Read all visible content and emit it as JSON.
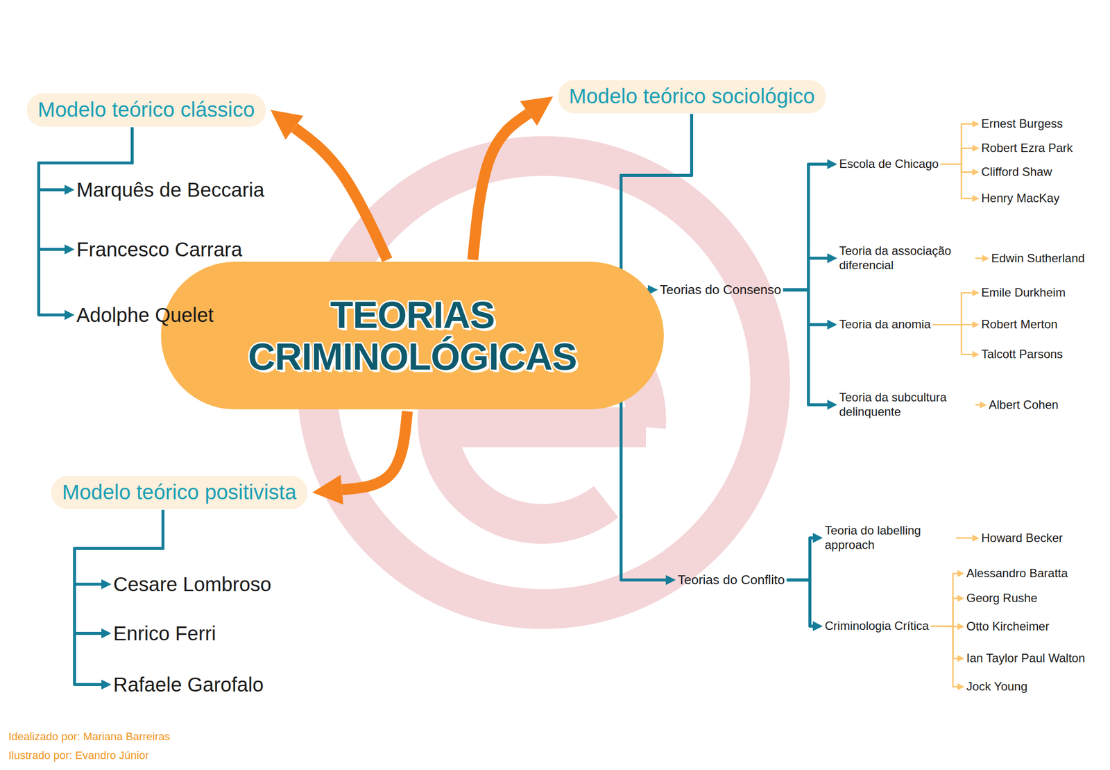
{
  "diagram": {
    "nodes": [
      {
        "text": [
          "TEORIAS CRIMINOLÓGICAS"
        ]
      },
      {
        "text": [
          "Modelo teórico clássico"
        ]
      },
      {
        "text": [
          "Marquês de Beccaria"
        ]
      },
      {
        "text": [
          "Francesco Carrara"
        ]
      },
      {
        "text": [
          "Adolphe Quelet"
        ]
      },
      {
        "text": [
          "Modelo teórico sociológico"
        ]
      },
      {
        "text": [
          "Teorias do Consenso"
        ]
      },
      {
        "text": [
          "Escola de Chicago"
        ]
      },
      {
        "text": [
          "Ernest Burgess"
        ]
      },
      {
        "text": [
          "Robert Ezra Park"
        ]
      },
      {
        "text": [
          "Clifford Shaw"
        ]
      },
      {
        "text": [
          "Henry MacKay"
        ]
      },
      {
        "text": [
          "Teoria da associação diferencial"
        ]
      },
      {
        "text": [
          "Edwin Sutherland"
        ]
      },
      {
        "text": [
          "Teoria da anomia"
        ]
      },
      {
        "text": [
          "Emile Durkheim"
        ]
      },
      {
        "text": [
          "Robert Merton"
        ]
      },
      {
        "text": [
          "Talcott Parsons"
        ]
      },
      {
        "text": [
          "Teoria da subcultura delinquente"
        ]
      },
      {
        "text": [
          "Albert Cohen"
        ]
      },
      {
        "text": [
          "Teorias do Conflito"
        ]
      },
      {
        "text": [
          "Teoria do labelling approach"
        ]
      },
      {
        "text": [
          "Howard Becker"
        ]
      },
      {
        "text": [
          "Criminologia Crítica"
        ]
      },
      {
        "text": [
          "Alessandro Baratta"
        ]
      },
      {
        "text": [
          "Georg Rushe"
        ]
      },
      {
        "text": [
          "Otto Kircheimer"
        ]
      },
      {
        "text": [
          "Ian Taylor Paul Walton"
        ]
      },
      {
        "text": [
          "Jock Young"
        ]
      },
      {
        "text": [
          "Modelo teórico positivista"
        ]
      },
      {
        "text": [
          "Cesare Lombroso"
        ]
      },
      {
        "text": [
          "Enrico Ferri"
        ]
      },
      {
        "text": [
          "Rafaele Garofalo"
        ]
      }
    ],
    "edges": [
      {
        "from": 0,
        "to": 1,
        "arrow": "to"
      },
      {
        "from": 0,
        "to": 5,
        "arrow": "to"
      },
      {
        "from": 0,
        "to": 29,
        "arrow": "to"
      },
      {
        "from": 1,
        "to": 2,
        "arrow": "to"
      },
      {
        "from": 1,
        "to": 3,
        "arrow": "to"
      },
      {
        "from": 1,
        "to": 4,
        "arrow": "to"
      },
      {
        "from": 5,
        "to": 6,
        "arrow": "to"
      },
      {
        "from": 5,
        "to": 20,
        "arrow": "to"
      },
      {
        "from": 6,
        "to": 7,
        "arrow": "to"
      },
      {
        "from": 6,
        "to": 12,
        "arrow": "to"
      },
      {
        "from": 6,
        "to": 14,
        "arrow": "to"
      },
      {
        "from": 6,
        "to": 18,
        "arrow": "to"
      },
      {
        "from": 7,
        "to": 8,
        "arrow": "to"
      },
      {
        "from": 7,
        "to": 9,
        "arrow": "to"
      },
      {
        "from": 7,
        "to": 10,
        "arrow": "to"
      },
      {
        "from": 7,
        "to": 11,
        "arrow": "to"
      },
      {
        "from": 12,
        "to": 13,
        "arrow": "to"
      },
      {
        "from": 14,
        "to": 15,
        "arrow": "to"
      },
      {
        "from": 14,
        "to": 16,
        "arrow": "to"
      },
      {
        "from": 14,
        "to": 17,
        "arrow": "to"
      },
      {
        "from": 18,
        "to": 19,
        "arrow": "to"
      },
      {
        "from": 20,
        "to": 21,
        "arrow": "to"
      },
      {
        "from": 20,
        "to": 23,
        "arrow": "to"
      },
      {
        "from": 21,
        "to": 22,
        "arrow": "to"
      },
      {
        "from": 23,
        "to": 24,
        "arrow": "to"
      },
      {
        "from": 23,
        "to": 25,
        "arrow": "to"
      },
      {
        "from": 23,
        "to": 26,
        "arrow": "to"
      },
      {
        "from": 23,
        "to": 27,
        "arrow": "to"
      },
      {
        "from": 23,
        "to": 28,
        "arrow": "to"
      },
      {
        "from": 29,
        "to": 30,
        "arrow": "to"
      },
      {
        "from": 29,
        "to": 31,
        "arrow": "to"
      },
      {
        "from": 29,
        "to": 32,
        "arrow": "to"
      }
    ],
    "labels": [
      "Idealizado por: Mariana Barreiras",
      "Ilustrado por: Evandro Júnior"
    ]
  }
}
